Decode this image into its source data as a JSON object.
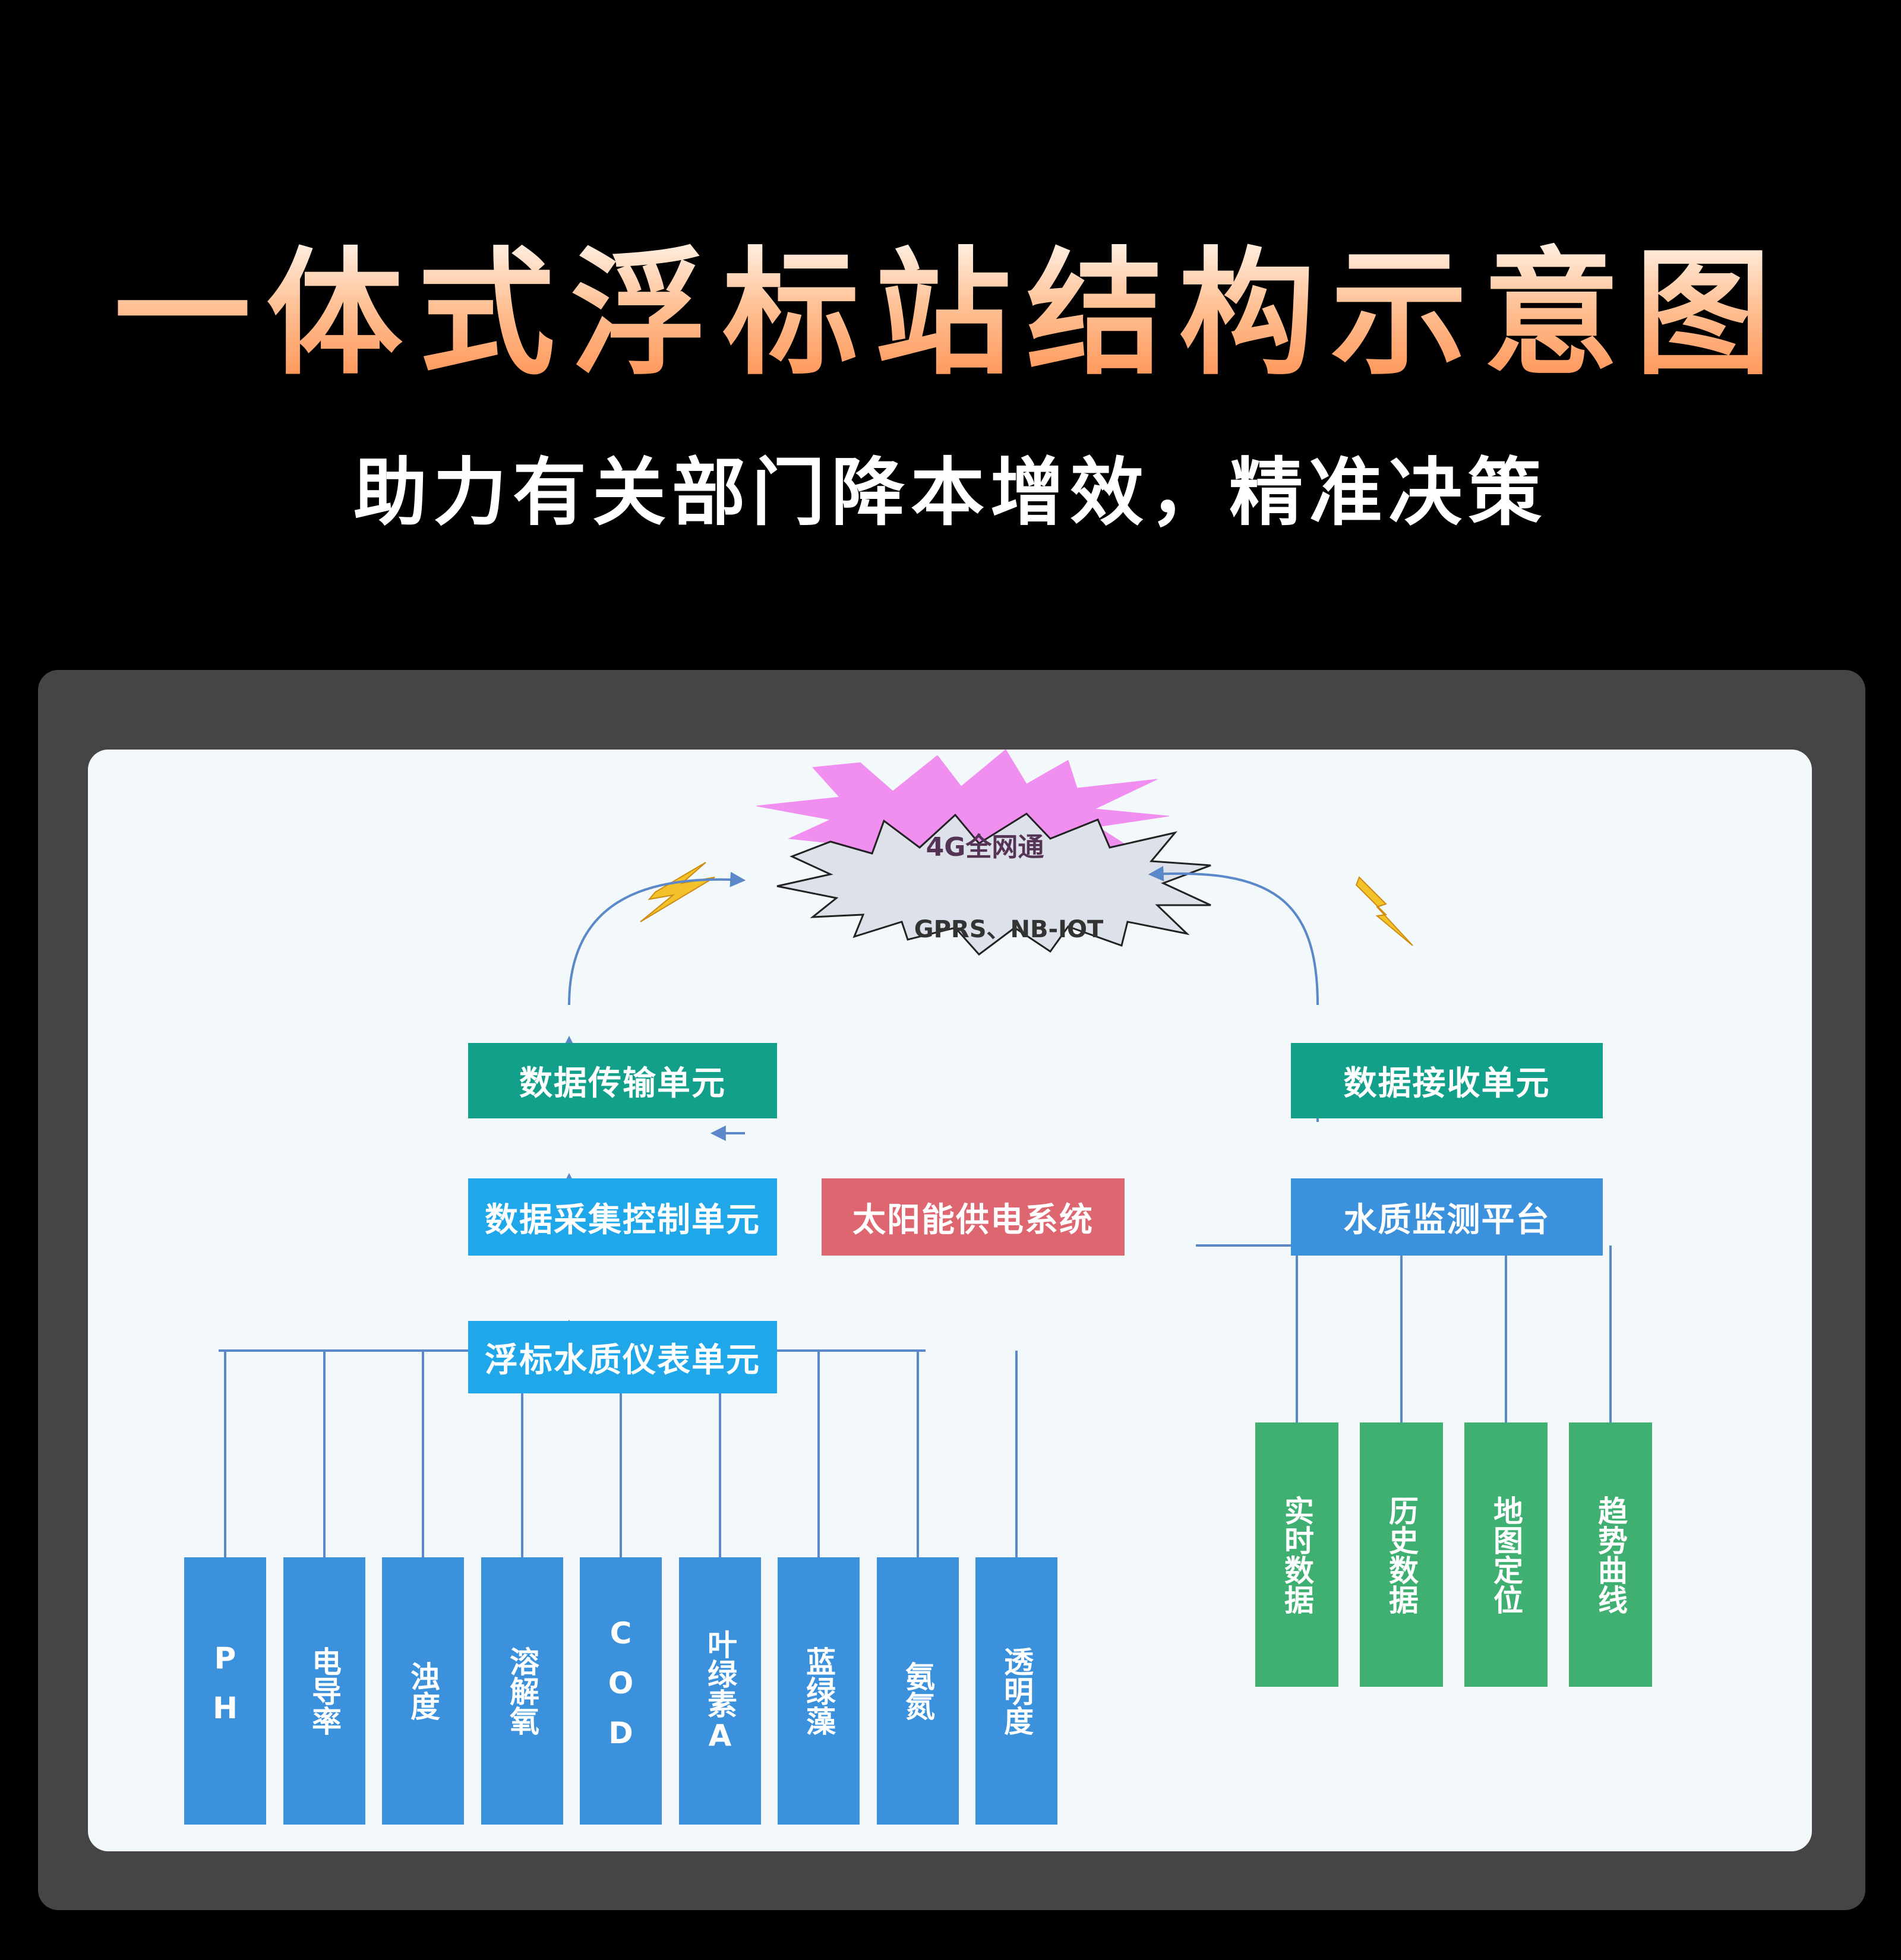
{
  "title": "一体式浮标站结构示意图",
  "subtitle": "助力有关部门降本增效，精准决策",
  "diagram": {
    "network_4g": "4G全网通",
    "network_gprs": "GPRS、NB-IOT",
    "transmit_unit": "数据传输单元",
    "receive_unit": "数据接收单元",
    "acquisition_unit": "数据采集控制单元",
    "solar_system": "太阳能供电系统",
    "buoy_instrument_unit": "浮标水质仪表单元",
    "monitoring_platform": "水质监测平台",
    "sensors": [
      "PH",
      "电导率",
      "浊度",
      "溶解氧",
      "COD",
      "叶绿素A",
      "蓝绿藻",
      "氨氮",
      "透明度"
    ],
    "platform_functions": [
      "实时数据",
      "历史数据",
      "地图定位",
      "趋势曲线"
    ]
  },
  "colors": {
    "teal": "#13a08b",
    "sky_blue": "#1fa7ea",
    "red": "#de6670",
    "blue": "#3b91dc",
    "green": "#3faf72",
    "burst_pink": "#f08ff0",
    "burst_gray": "#dde2ea",
    "connector": "#5a88c8"
  },
  "icons": [
    "lightning-bolt-icon"
  ]
}
